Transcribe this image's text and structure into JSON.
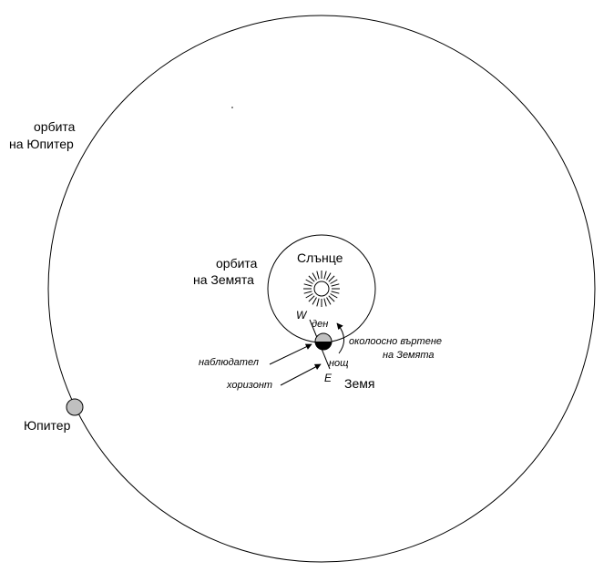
{
  "labels": {
    "jupiter_orbit_line1": "орбита",
    "jupiter_orbit_line2": "на Юпитер",
    "earth_orbit_line1": "орбита",
    "earth_orbit_line2": "на Земята",
    "sun": "Слънце",
    "jupiter": "Юпитер",
    "earth": "Земя",
    "west": "W",
    "east": "E",
    "day": "ден",
    "night": "нощ",
    "rotation_line1": "околоосно въртене",
    "rotation_line2": "на Земята",
    "observer": "наблюдател",
    "horizon": "хоризонт"
  },
  "colors": {
    "stroke": "#000000",
    "jupiter_fill": "#c0c0c0",
    "earth_day_fill": "#c0c0c0",
    "earth_night_fill": "#000000",
    "background": "#ffffff"
  }
}
